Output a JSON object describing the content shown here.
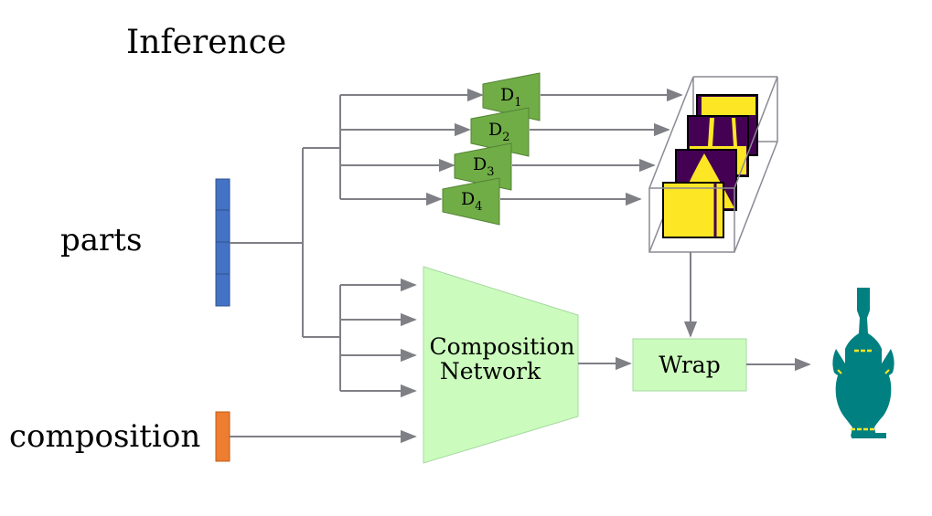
{
  "title": "Inference",
  "inputs": {
    "parts_label": "parts",
    "composition_label": "composition"
  },
  "decoders": [
    {
      "base": "D",
      "sub": "1"
    },
    {
      "base": "D",
      "sub": "2"
    },
    {
      "base": "D",
      "sub": "3"
    },
    {
      "base": "D",
      "sub": "4"
    }
  ],
  "composition_network": {
    "line1": "Composition",
    "line2": "Network"
  },
  "wrap_label": "Wrap",
  "colors": {
    "arrow": "#7f7f86",
    "parts_vector": "#4472c4",
    "composition_vector": "#ed7d31",
    "decoder": "#70ad47",
    "network": "#ccfcbd",
    "mask_yellow": "#fde725",
    "mask_purple": "#440154",
    "shape": "#008080"
  }
}
